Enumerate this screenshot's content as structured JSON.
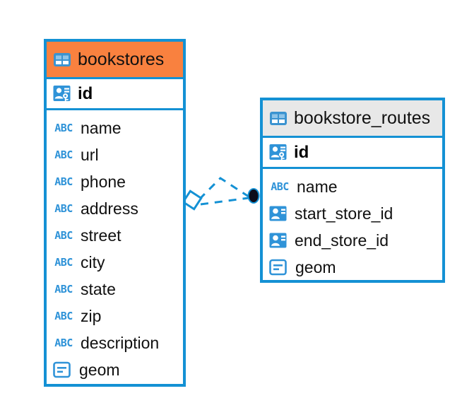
{
  "diagram": {
    "type": "entity-relationship-diagram",
    "background": "#ffffff",
    "accent_blue": "#1491d4",
    "icon_blue": "#2f93d8",
    "header_orange": "#f9813f",
    "header_grey": "#e8e8e8"
  },
  "entities": [
    {
      "name": "bookstores",
      "header_style": "accent-orange",
      "table_icon": "table-icon",
      "primary_key": {
        "label": "id",
        "icon": "primary-key-icon"
      },
      "fields": [
        {
          "label": "name",
          "icon": "text-abc-icon"
        },
        {
          "label": "url",
          "icon": "text-abc-icon"
        },
        {
          "label": "phone",
          "icon": "text-abc-icon"
        },
        {
          "label": "address",
          "icon": "text-abc-icon"
        },
        {
          "label": "street",
          "icon": "text-abc-icon"
        },
        {
          "label": "city",
          "icon": "text-abc-icon"
        },
        {
          "label": "state",
          "icon": "text-abc-icon"
        },
        {
          "label": "zip",
          "icon": "text-abc-icon"
        },
        {
          "label": "description",
          "icon": "text-abc-icon"
        },
        {
          "label": "geom",
          "icon": "geometry-icon"
        }
      ]
    },
    {
      "name": "bookstore_routes",
      "header_style": "accent-grey",
      "table_icon": "table-icon",
      "primary_key": {
        "label": "id",
        "icon": "primary-key-icon"
      },
      "fields": [
        {
          "label": "name",
          "icon": "text-abc-icon"
        },
        {
          "label": "start_store_id",
          "icon": "foreign-key-icon"
        },
        {
          "label": "end_store_id",
          "icon": "foreign-key-icon"
        },
        {
          "label": "geom",
          "icon": "geometry-icon"
        }
      ]
    }
  ],
  "relationships": [
    {
      "from": "bookstores",
      "to": "bookstore_routes",
      "from_marker": "diamond-open",
      "to_marker": "filled-circle",
      "line_style": "dashed"
    },
    {
      "from": "bookstores",
      "to": "bookstore_routes",
      "from_marker": "diamond-open",
      "to_marker": "filled-circle",
      "line_style": "dashed"
    }
  ],
  "icon_labels": {
    "abc": "ABC"
  }
}
